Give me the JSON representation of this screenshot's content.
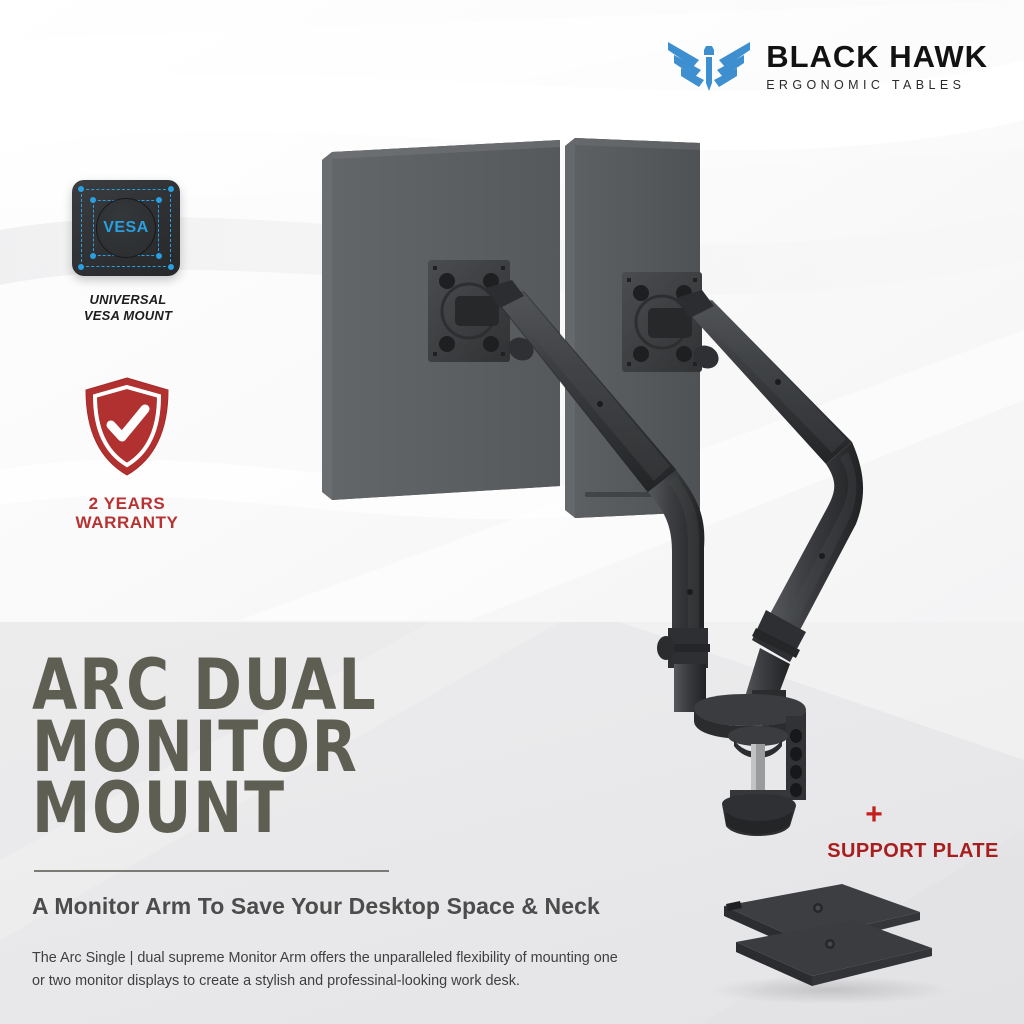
{
  "brand": {
    "name": "BLACK HAWK",
    "tagline": "ERGONOMIC TABLES",
    "logo_icon": "hawk-wings-icon",
    "logo_color": "#3d8fd0"
  },
  "badges": {
    "vesa": {
      "icon": "vesa-plate-icon",
      "plate_label": "VESA",
      "caption": "UNIVERSAL VESA MOUNT",
      "accent_color": "#2a9fe0"
    },
    "warranty": {
      "icon": "shield-check-icon",
      "line1": "2 YEARS",
      "line2": "WARRANTY",
      "accent_color": "#b73232"
    }
  },
  "headline": {
    "line1": "ARC DUAL",
    "line2": "MONITOR MOUNT",
    "color": "#5e5e53"
  },
  "subheadline": "A Monitor Arm To Save Your Desktop Space & Neck",
  "description": "The Arc Single | dual supreme Monitor Arm offers the unparalleled flexibility of mounting one or two monitor displays to create a stylish and professinal-looking work desk.",
  "support_plate": {
    "plus": "+",
    "label": "SUPPORT PLATE",
    "color": "#a81e1e",
    "icon": "support-plate-icon"
  },
  "product": {
    "icon": "dual-monitor-arm-icon",
    "monitor_color": "#5f6265",
    "arm_color": "#3a3a3c"
  }
}
